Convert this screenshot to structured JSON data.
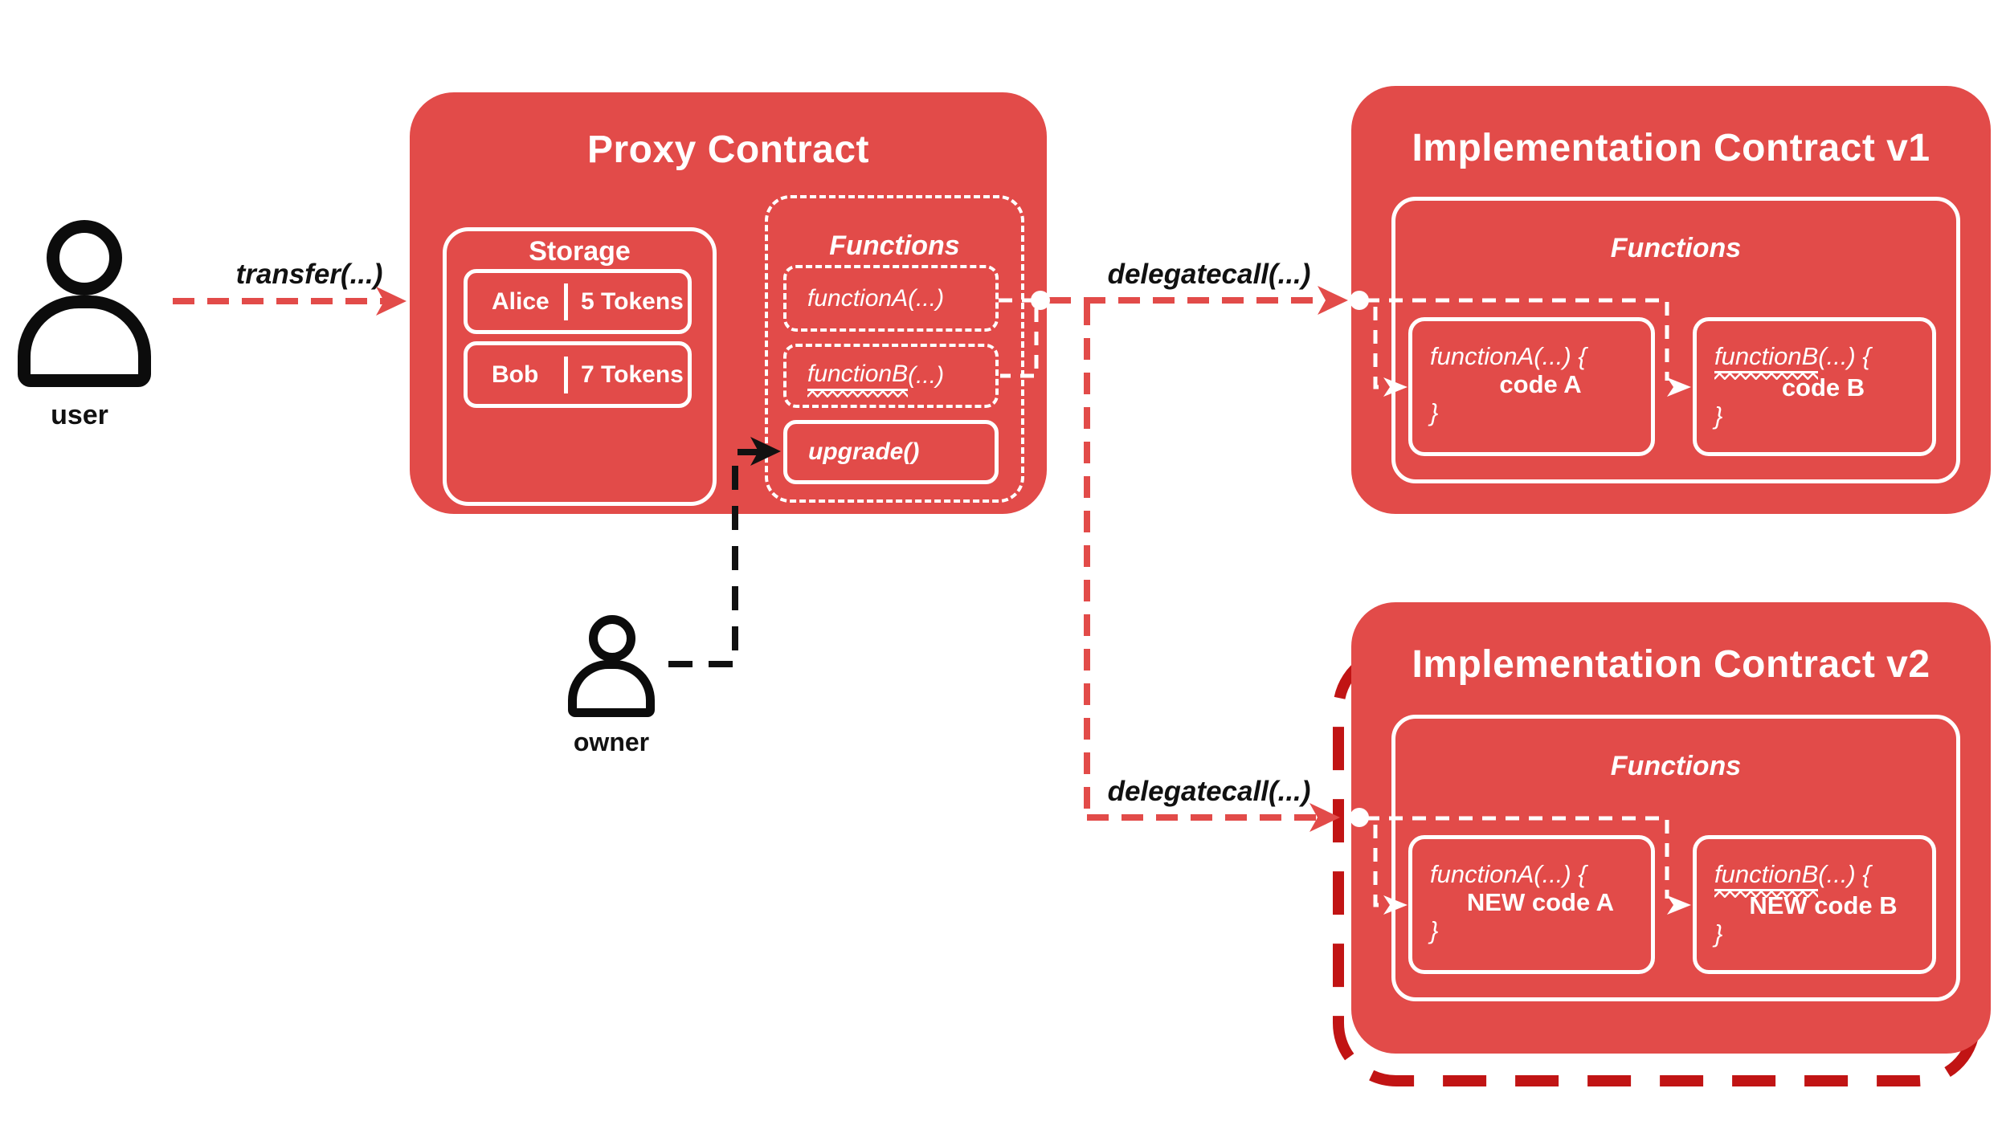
{
  "colors": {
    "box_red": "#e24b49",
    "dashed_dark_red": "#c11414",
    "line_white": "#ffffff",
    "line_black": "#111111"
  },
  "user": {
    "label": "user"
  },
  "owner": {
    "label": "owner"
  },
  "calls": {
    "transfer": "transfer(...)",
    "delegatecall_v1": "delegatecall(...)",
    "delegatecall_v2": "delegatecall(...)"
  },
  "proxy": {
    "title": "Proxy Contract",
    "storage": {
      "title": "Storage",
      "rows": [
        {
          "name": "Alice",
          "tokens": "5 Tokens"
        },
        {
          "name": "Bob",
          "tokens": "7 Tokens"
        }
      ]
    },
    "functions": {
      "title": "Functions",
      "function_a": "functionA(...)",
      "function_b": {
        "name": "functionB",
        "args": "(...)"
      },
      "upgrade": "upgrade()"
    }
  },
  "impl_v1": {
    "title": "Implementation Contract v1",
    "functions": {
      "title": "Functions",
      "function_a": {
        "signature": "functionA(...) {",
        "body": "code A",
        "close": "}"
      },
      "function_b": {
        "name": "functionB",
        "rest": "(...) {",
        "body": "code B",
        "close": "}"
      }
    }
  },
  "impl_v2": {
    "title": "Implementation Contract v2",
    "functions": {
      "title": "Functions",
      "function_a": {
        "signature": "functionA(...) {",
        "body": "NEW code A",
        "close": "}"
      },
      "function_b": {
        "name": "functionB",
        "rest": "(...) {",
        "body": "NEW code B",
        "close": "}"
      }
    }
  }
}
